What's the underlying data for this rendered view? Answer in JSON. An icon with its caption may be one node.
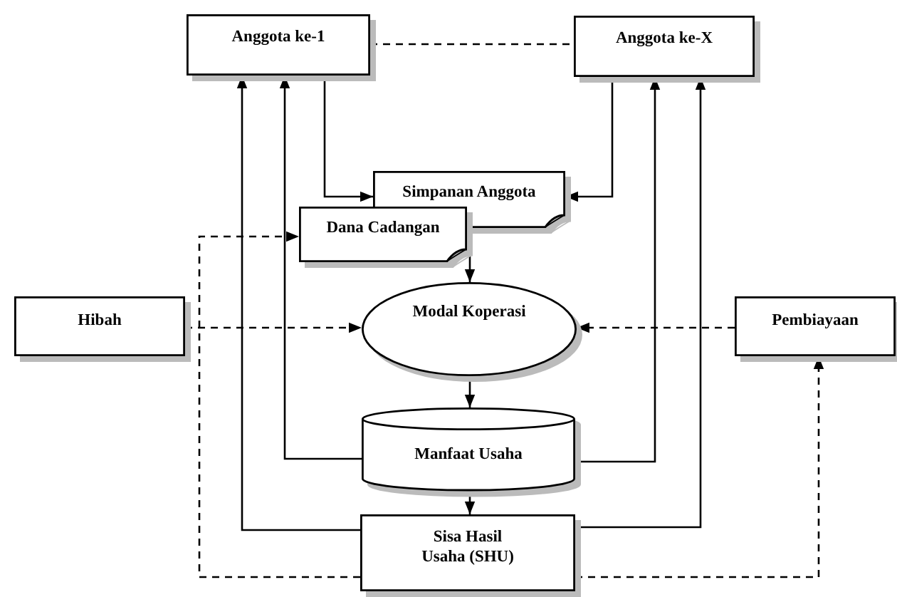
{
  "diagram": {
    "nodes": [
      {
        "text": [
          "Anggota ke-1"
        ]
      },
      {
        "text": [
          "Anggota ke-X"
        ]
      },
      {
        "text": [
          "Simpanan Anggota"
        ]
      },
      {
        "text": [
          "Dana Cadangan"
        ]
      },
      {
        "text": [
          "Hibah"
        ]
      },
      {
        "text": [
          "Modal Koperasi"
        ]
      },
      {
        "text": [
          "Pembiayaan"
        ]
      },
      {
        "text": [
          "Manfaat Usaha"
        ]
      },
      {
        "text": [
          "Sisa Hasil Usaha  (SHU)"
        ]
      }
    ],
    "edges": [
      {
        "from": 0,
        "to": 1,
        "arrow": "none",
        "style": "dashed"
      },
      {
        "from": 0,
        "to": 2,
        "arrow": "to"
      },
      {
        "from": 1,
        "to": 2,
        "arrow": "to"
      },
      {
        "from": 2,
        "to": 5,
        "arrow": "to"
      },
      {
        "from": 4,
        "to": 5,
        "arrow": "to",
        "style": "dashed"
      },
      {
        "from": 6,
        "to": 5,
        "arrow": "to",
        "style": "dashed"
      },
      {
        "from": 5,
        "to": 7,
        "arrow": "to"
      },
      {
        "from": 7,
        "to": 8,
        "arrow": "to"
      },
      {
        "from": 7,
        "to": 0,
        "arrow": "to"
      },
      {
        "from": 7,
        "to": 1,
        "arrow": "to"
      },
      {
        "from": 8,
        "to": 0,
        "arrow": "to"
      },
      {
        "from": 8,
        "to": 1,
        "arrow": "to"
      },
      {
        "from": 8,
        "to": 3,
        "arrow": "to",
        "style": "dashed"
      },
      {
        "from": 8,
        "to": 6,
        "arrow": "to",
        "style": "dashed"
      }
    ]
  }
}
